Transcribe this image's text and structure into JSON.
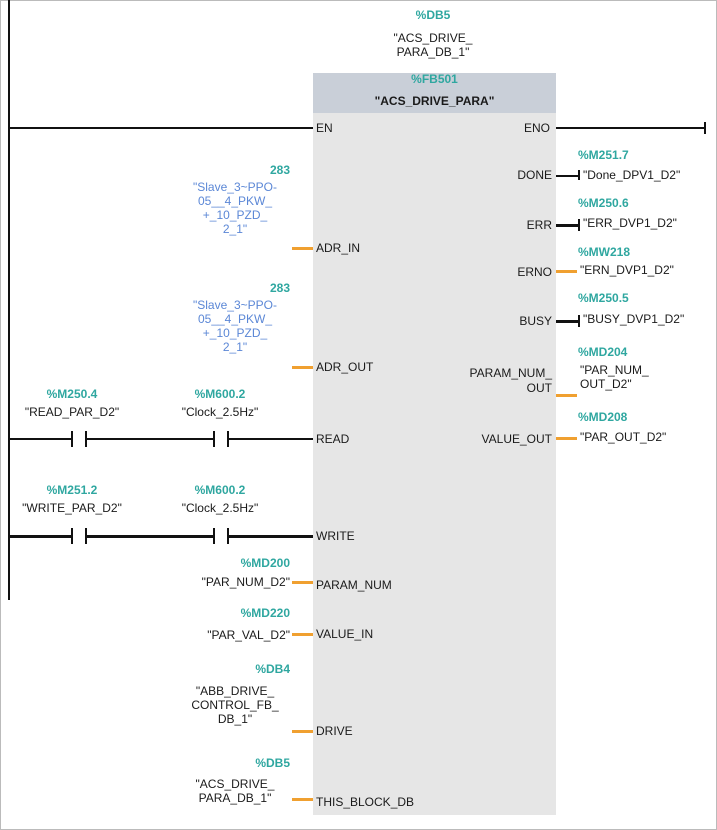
{
  "instance": {
    "address": "%DB5",
    "name_line1": "\"ACS_DRIVE_",
    "name_line2": "PARA_DB_1\""
  },
  "block": {
    "address": "%FB501",
    "name": "\"ACS_DRIVE_PARA\""
  },
  "pins_in": {
    "en": "EN",
    "adr_in": "ADR_IN",
    "adr_out": "ADR_OUT",
    "read": "READ",
    "write": "WRITE",
    "param_num": "PARAM_NUM",
    "value_in": "VALUE_IN",
    "drive": "DRIVE",
    "this_block_db": "THIS_BLOCK_DB"
  },
  "pins_out": {
    "eno": "ENO",
    "done": "DONE",
    "err": "ERR",
    "erno": "ERNO",
    "busy": "BUSY",
    "param_num_out_1": "PARAM_NUM_",
    "param_num_out_2": "OUT",
    "value_out": "VALUE_OUT"
  },
  "adr_in": {
    "value": "283",
    "l1": "\"Slave_3~PPO-",
    "l2": "05__4_PKW_",
    "l3": "+_10_PZD_",
    "l4": "2_1\""
  },
  "adr_out": {
    "value": "283",
    "l1": "\"Slave_3~PPO-",
    "l2": "05__4_PKW_",
    "l3": "+_10_PZD_",
    "l4": "2_1\""
  },
  "contacts": {
    "read_par": {
      "address": "%M250.4",
      "name": "\"READ_PAR_D2\""
    },
    "clock1": {
      "address": "%M600.2",
      "name": "\"Clock_2.5Hz\""
    },
    "write_par": {
      "address": "%M251.2",
      "name": "\"WRITE_PAR_D2\""
    },
    "clock2": {
      "address": "%M600.2",
      "name": "\"Clock_2.5Hz\""
    }
  },
  "in_params": {
    "param_num": {
      "address": "%MD200",
      "name": "\"PAR_NUM_D2\""
    },
    "value_in": {
      "address": "%MD220",
      "name": "\"PAR_VAL_D2\""
    },
    "drive": {
      "address": "%DB4",
      "l1": "\"ABB_DRIVE_",
      "l2": "CONTROL_FB_",
      "l3": "DB_1\""
    },
    "this_db": {
      "address": "%DB5",
      "l1": "\"ACS_DRIVE_",
      "l2": "PARA_DB_1\""
    }
  },
  "out_params": {
    "done": {
      "address": "%M251.7",
      "name": "\"Done_DPV1_D2\""
    },
    "err": {
      "address": "%M250.6",
      "name": "\"ERR_DVP1_D2\""
    },
    "erno": {
      "address": "%MW218",
      "name": "\"ERN_DVP1_D2\""
    },
    "busy": {
      "address": "%M250.5",
      "name": "\"BUSY_DVP1_D2\""
    },
    "param_num_out": {
      "address": "%MD204",
      "l1": "\"PAR_NUM_",
      "l2": "OUT_D2\""
    },
    "value_out": {
      "address": "%MD208",
      "name": "\"PAR_OUT_D2\""
    }
  },
  "colors": {
    "address": "#2fa7a0",
    "symbol_link": "#5b87d6",
    "wire_bool": "#111111",
    "wire_data": "#f0a030",
    "block_body": "#e6e6e6",
    "block_header": "#c9cfd8"
  }
}
